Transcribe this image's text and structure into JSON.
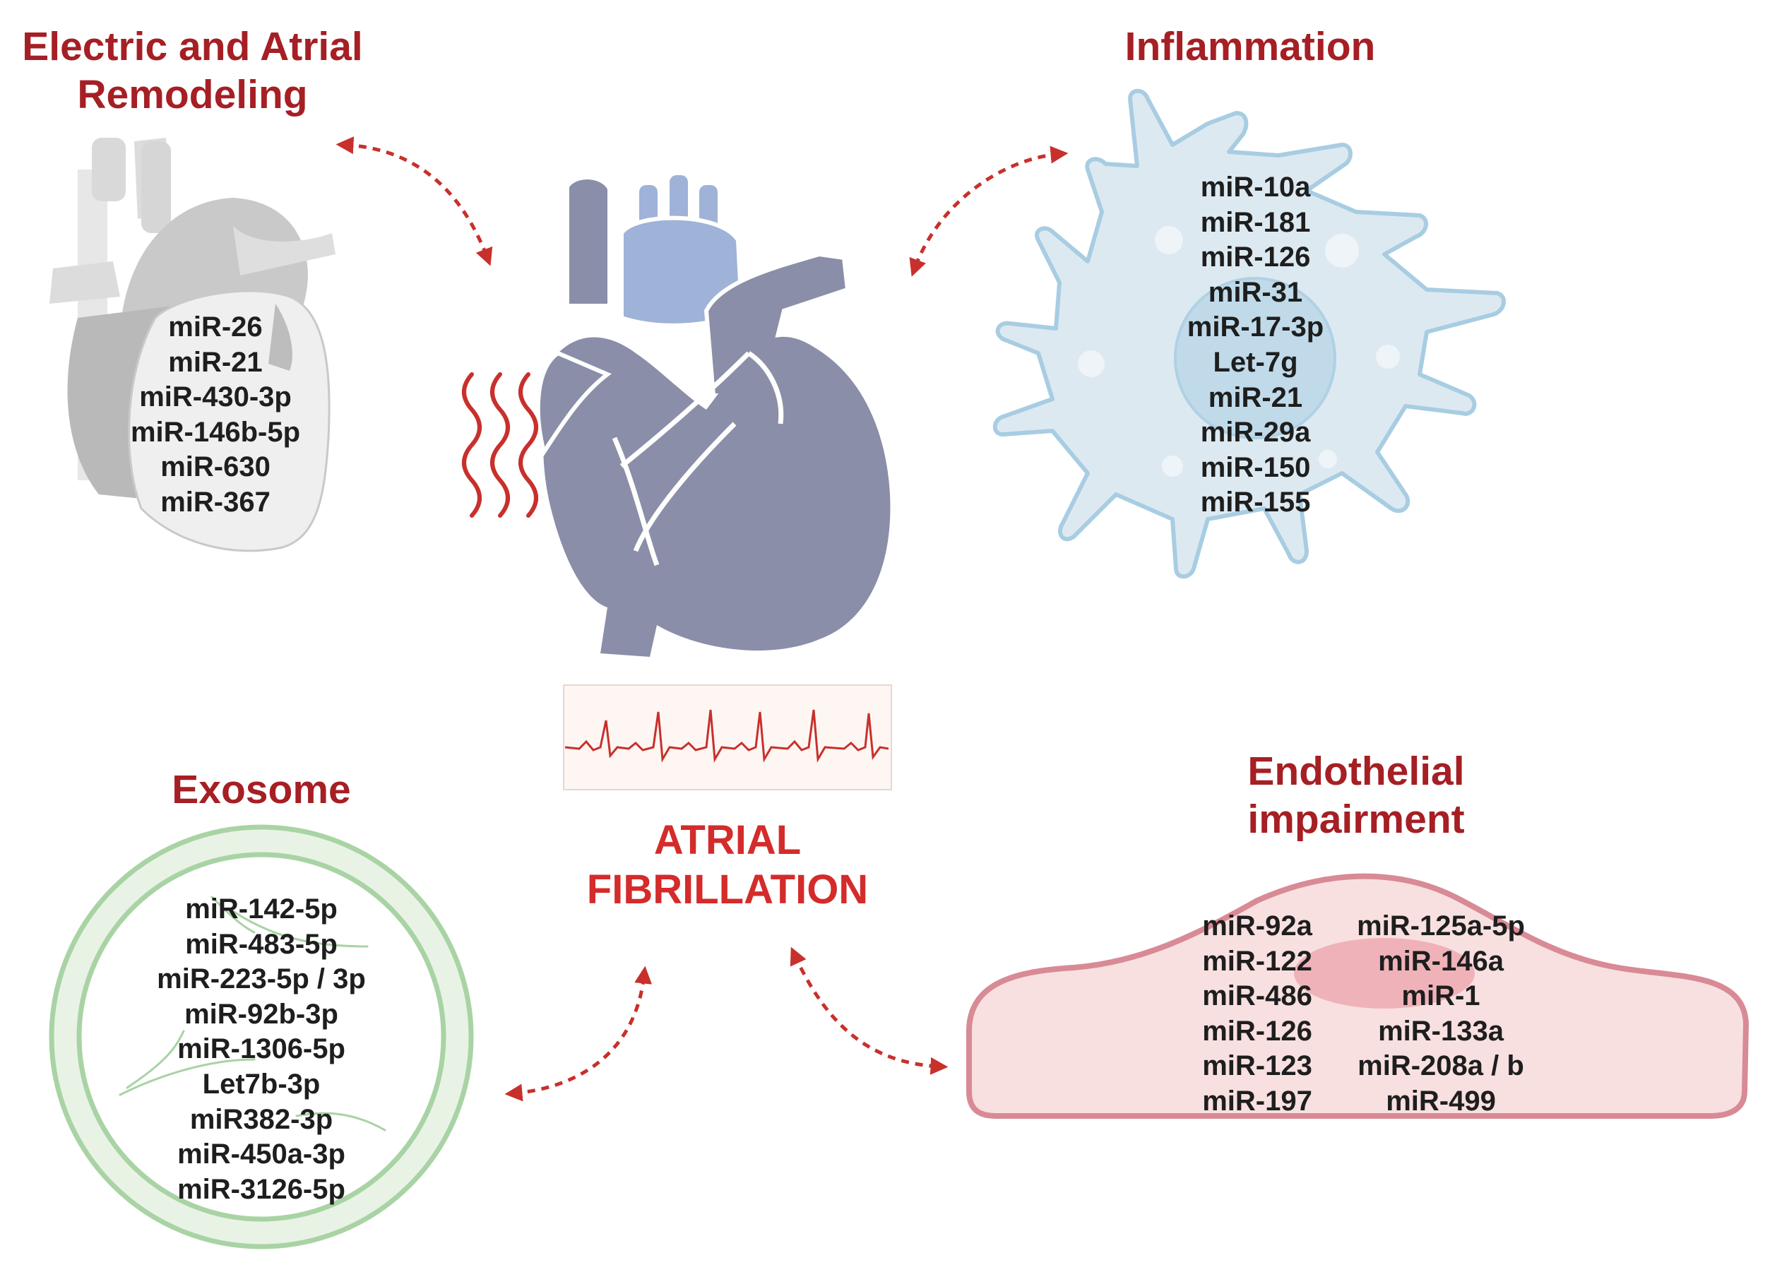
{
  "center": {
    "title_line1": "ATRIAL",
    "title_line2": "FIBRILLATION"
  },
  "colors": {
    "title_red": "#a51f24",
    "center_red": "#d42b2b",
    "arrow_red": "#c8302c",
    "heart_main": "#8a8ea8",
    "heart_vessel": "#9fb2d8",
    "cell_fill": "#dde9f1",
    "cell_stroke": "#a8cde2",
    "exosome_green": "#a9d3a4",
    "endothelial_fill": "#f8e0e0",
    "endothelial_stroke": "#d88a95"
  },
  "electric": {
    "title_line1": "Electric and Atrial",
    "title_line2": "Remodeling",
    "mirnas": [
      "miR-26",
      "miR-21",
      "miR-430-3p",
      "miR-146b-5p",
      "miR-630",
      "miR-367"
    ]
  },
  "inflammation": {
    "title": "Inflammation",
    "mirnas": [
      "miR-10a",
      "miR-181",
      "miR-126",
      "miR-31",
      "miR-17-3p",
      "Let-7g",
      "miR-21",
      "miR-29a",
      "miR-150",
      "miR-155"
    ]
  },
  "exosome": {
    "title": "Exosome",
    "mirnas": [
      "miR-142-5p",
      "miR-483-5p",
      "miR-223-5p / 3p",
      "miR-92b-3p",
      "miR-1306-5p",
      "Let7b-3p",
      "miR382-3p",
      "miR-450a-3p",
      "miR-3126-5p"
    ]
  },
  "endothelial": {
    "title_line1": "Endothelial",
    "title_line2": "impairment",
    "mirnas_left": [
      "miR-92a",
      "miR-122",
      "miR-486",
      "miR-126",
      "miR-123",
      "miR-197"
    ],
    "mirnas_right": [
      "miR-125a-5p",
      "miR-146a",
      "miR-1",
      "miR-133a",
      "miR-208a / b",
      "miR-499"
    ]
  }
}
